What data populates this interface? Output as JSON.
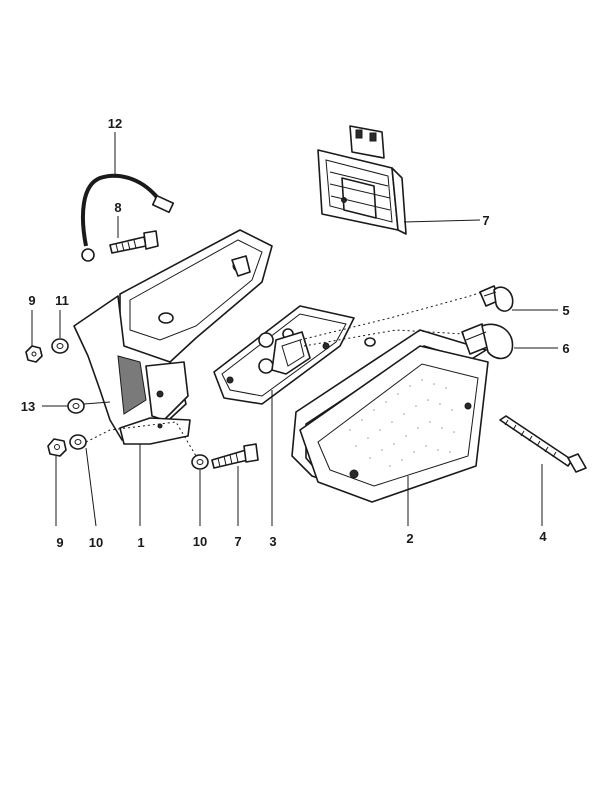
{
  "callouts": {
    "c12": "12",
    "c8": "8",
    "c7_top": "7",
    "c9_top": "9",
    "c11": "11",
    "c5": "5",
    "c6": "6",
    "c13": "13",
    "c9_bottom": "9",
    "c10_left": "10",
    "c1": "1",
    "c10_mid": "10",
    "c7_bottom": "7",
    "c3": "3",
    "c2": "2",
    "c4": "4"
  }
}
